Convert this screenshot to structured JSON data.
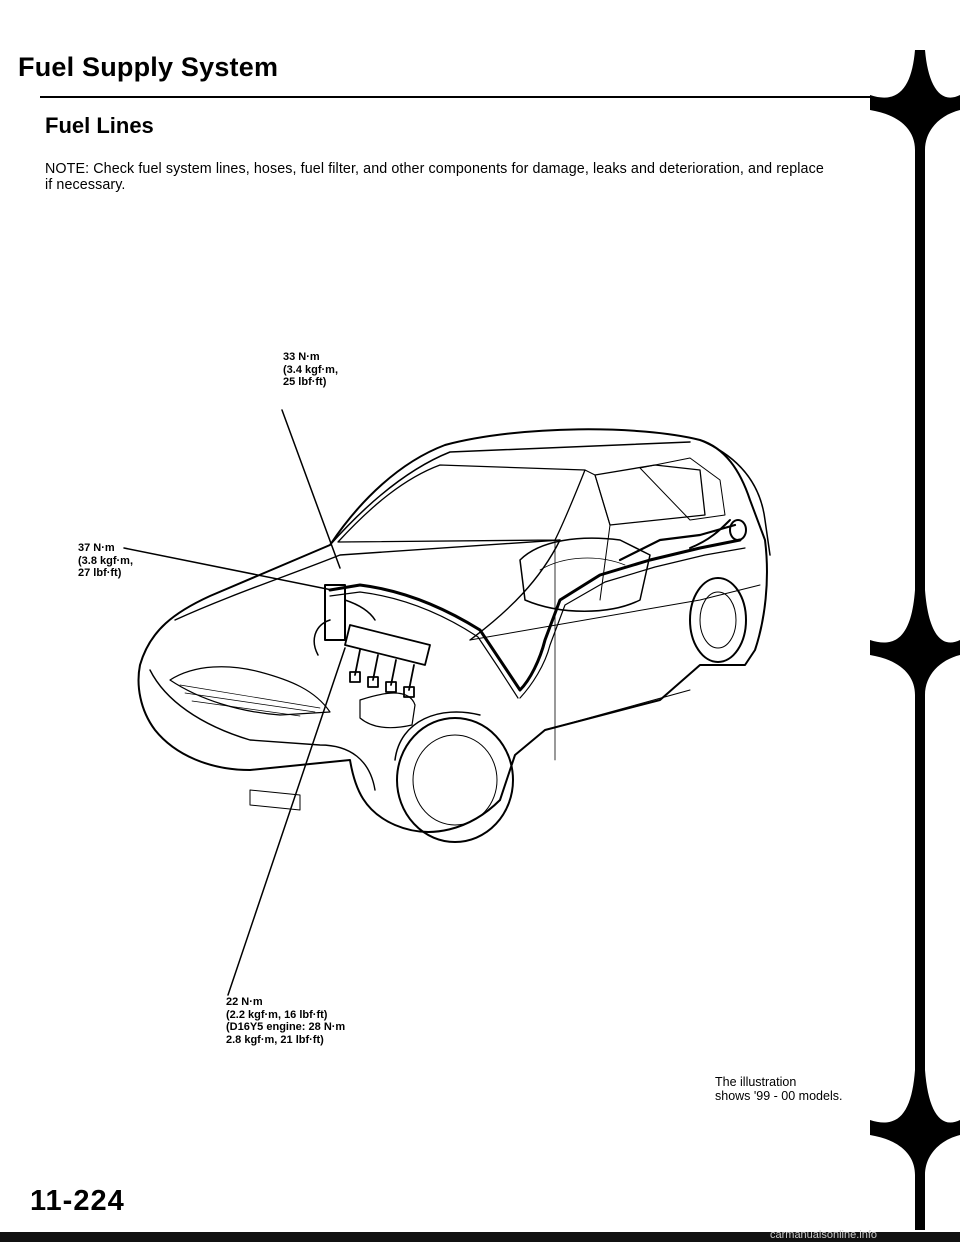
{
  "page": {
    "title": "Fuel Supply System",
    "section_title": "Fuel Lines",
    "note_line_1": "NOTE: Check fuel system lines, hoses, fuel filter, and other components for damage, leaks and deterioration, and replace",
    "note_line_2": "if necessary.",
    "page_number": "11-224"
  },
  "callouts": {
    "top": [
      "33 N·m",
      "(3.4 kgf·m,",
      "25 lbf·ft)"
    ],
    "left": [
      "37 N·m",
      "(3.8 kgf·m,",
      "27 lbf·ft)"
    ],
    "bottom": [
      "22 N·m",
      "(2.2 kgf·m, 16 lbf·ft)",
      "(D16Y5 engine: 28 N·m",
      "2.8 kgf·m, 21 lbf·ft)"
    ]
  },
  "caption": {
    "line_1": "The illustration",
    "line_2": "shows '99 - 00 models."
  },
  "watermark": "carmanualsonline.info"
}
